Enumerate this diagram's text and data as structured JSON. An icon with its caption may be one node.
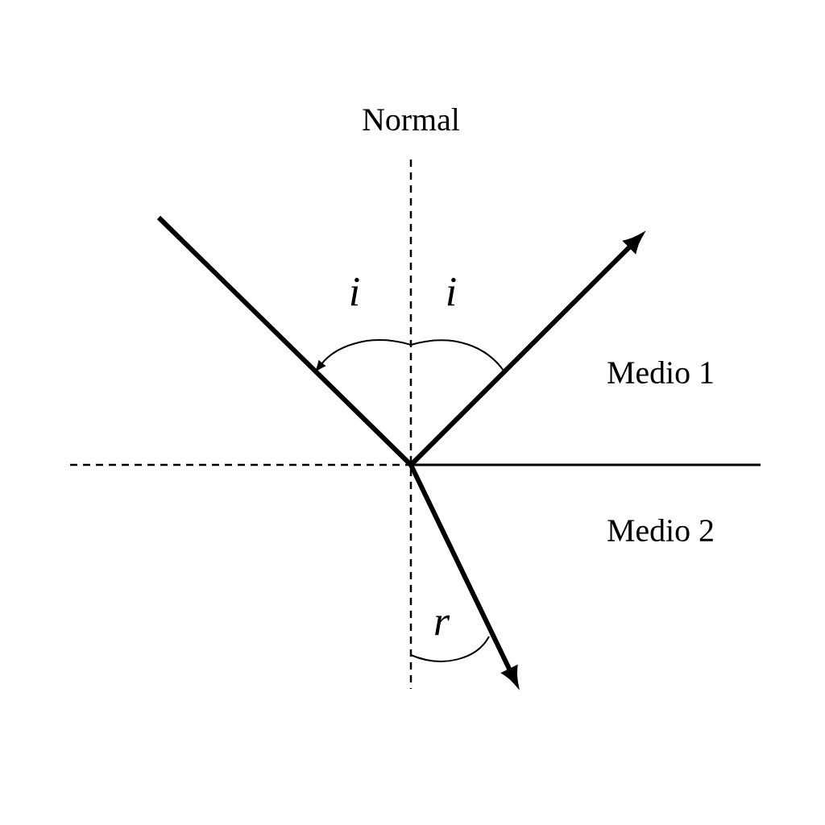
{
  "diagram": {
    "labels": [
      "Normal",
      "i",
      "i",
      "Medio 1",
      "Medio 2",
      "r"
    ]
  }
}
